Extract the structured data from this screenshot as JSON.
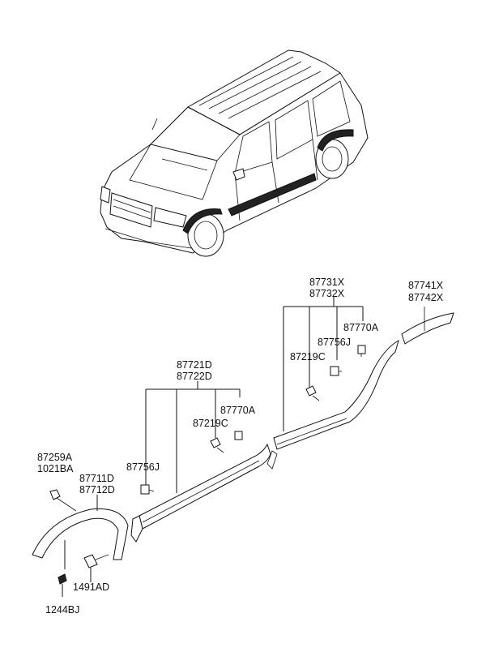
{
  "labels": {
    "p87731x": "87731X",
    "p87732x": "87732X",
    "p87741x": "87741X",
    "p87742x": "87742X",
    "p87770a_rear": "87770A",
    "p87756j_rear": "87756J",
    "p87219c_rear": "87219C",
    "p87721d": "87721D",
    "p87722d": "87722D",
    "p87770a_front": "87770A",
    "p87219c_front": "87219C",
    "p87756j_front": "87756J",
    "p87259a": "87259A",
    "p1021ba": "1021BA",
    "p87711d": "87711D",
    "p87712d": "87712D",
    "p1491ad": "1491AD",
    "p1244bj": "1244BJ"
  }
}
